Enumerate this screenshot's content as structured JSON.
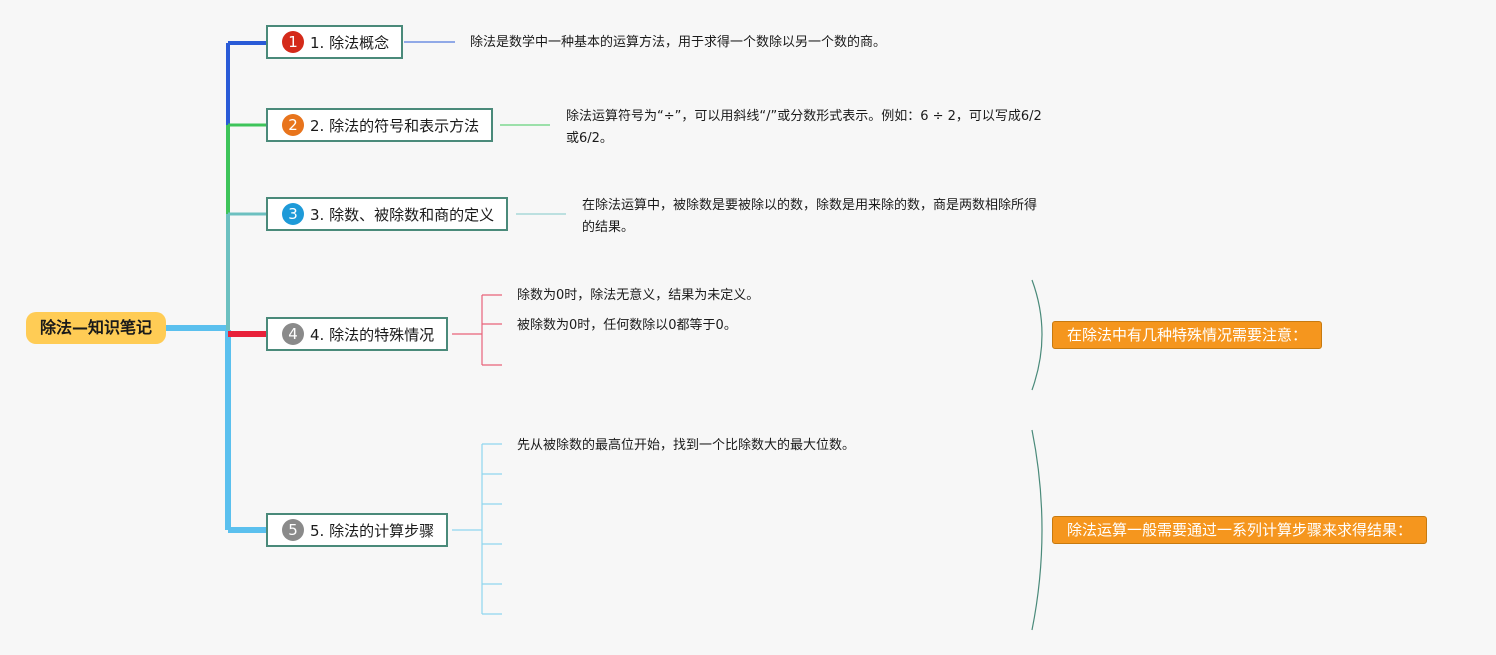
{
  "root": {
    "label": "除法—知识笔记"
  },
  "topics": [
    {
      "badge": "1",
      "label": "1. 除法概念",
      "badge_color": "#d42a1a",
      "line_color": "#2a5bd7"
    },
    {
      "badge": "2",
      "label": "2. 除法的符号和表示方法",
      "badge_color": "#e8741c",
      "line_color": "#3ec45a"
    },
    {
      "badge": "3",
      "label": "3. 除数、被除数和商的定义",
      "badge_color": "#1e9ad8",
      "line_color": "#6cc0c0"
    },
    {
      "badge": "4",
      "label": "4. 除法的特殊情况",
      "badge_color": "#8a8a8a",
      "line_color": "#e8213a"
    },
    {
      "badge": "5",
      "label": "5. 除法的计算步骤",
      "badge_color": "#8a8a8a",
      "line_color": "#5bc0ee"
    }
  ],
  "notes": {
    "t1": "除法是数学中一种基本的运算方法，用于求得一个数除以另一个数的商。",
    "t2_line1": "除法运算符号为“÷”，可以用斜线“/”或分数形式表示。例如：6 ÷ 2，可以写成6/2",
    "t2_line2": "或6/2。",
    "t3_line1": "在除法运算中，被除数是要被除以的数，除数是用来除的数，商是两数相除所得",
    "t3_line2": "的结果。",
    "t4_a": "除数为0时，除法无意义，结果为未定义。",
    "t4_b": "被除数为0时，任何数除以0都等于0。",
    "t5_a": "先从被除数的最高位开始，找到一个比除数大的最大位数。"
  },
  "summaries": {
    "s4": "在除法中有几种特殊情况需要注意：",
    "s5": "除法运算一般需要通过一系列计算步骤来求得结果："
  }
}
